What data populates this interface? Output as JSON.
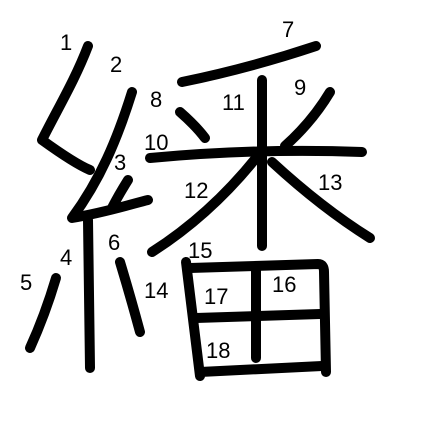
{
  "diagram": {
    "colors": {
      "stroke": "#000000",
      "label": "#000000",
      "background": "#ffffff"
    },
    "stroke_numbers": [
      "1",
      "2",
      "3",
      "4",
      "5",
      "6",
      "7",
      "8",
      "9",
      "10",
      "11",
      "12",
      "13",
      "14",
      "15",
      "16",
      "17",
      "18"
    ]
  }
}
